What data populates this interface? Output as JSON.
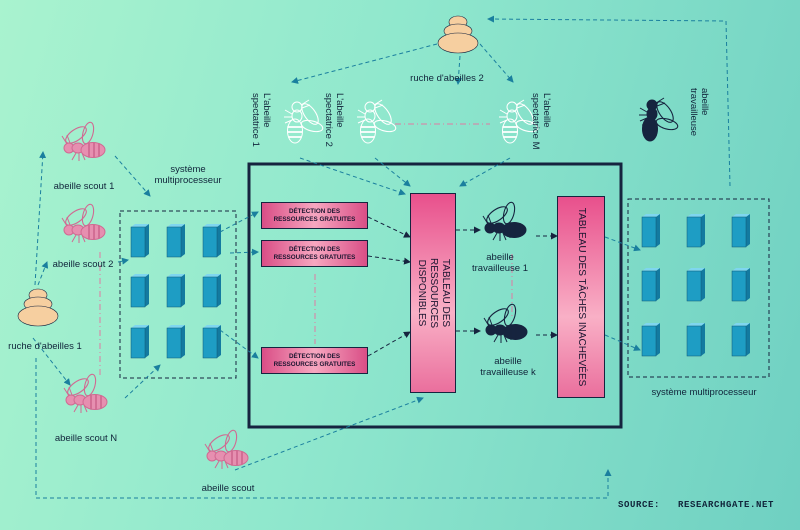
{
  "labels": {
    "hive2": "ruche d'abeilles 2",
    "hive1": "ruche d'abeilles 1",
    "spectator1": "L'abeille\nspectatrice 1",
    "spectator2": "L'abeille\nspectatrice 2",
    "spectatorM": "L'abeille\nspectatrice M",
    "worker_top_right": "abeille\ntravailleuse",
    "scout1": "abeille scout 1",
    "scout2": "abeille scout 2",
    "scoutN": "abeille scout N",
    "scout_bottom": "abeille scout",
    "multiproc_left": "système\nmultiprocesseur",
    "multiproc_right": "système multiprocesseur",
    "detection": "DÉTECTION DES\nRESSOURCES GRATUITES",
    "resource_table": "TABLEAU DES RESSOURCES\nDISPONIBLES",
    "task_table": "TABLEAU DES TÂCHES INACHEVÉES",
    "worker1": "abeille\ntravailleuse 1",
    "workerk": "abeille\ntravailleuse k",
    "source": "SOURCE:   RESEARCHGATE.NET"
  },
  "colors": {
    "scout_bee": "#e68fb0",
    "white_bee": "#ffffff",
    "dark_bee": "#16243f",
    "hive": "#f6cfa0",
    "processor": "#1e9dc4",
    "table_pink": "#e8508c",
    "arrow": "#1a7f9e",
    "frame": "#16243f"
  },
  "icons": [
    "bee-icon",
    "hive-icon",
    "processor-block-icon"
  ]
}
